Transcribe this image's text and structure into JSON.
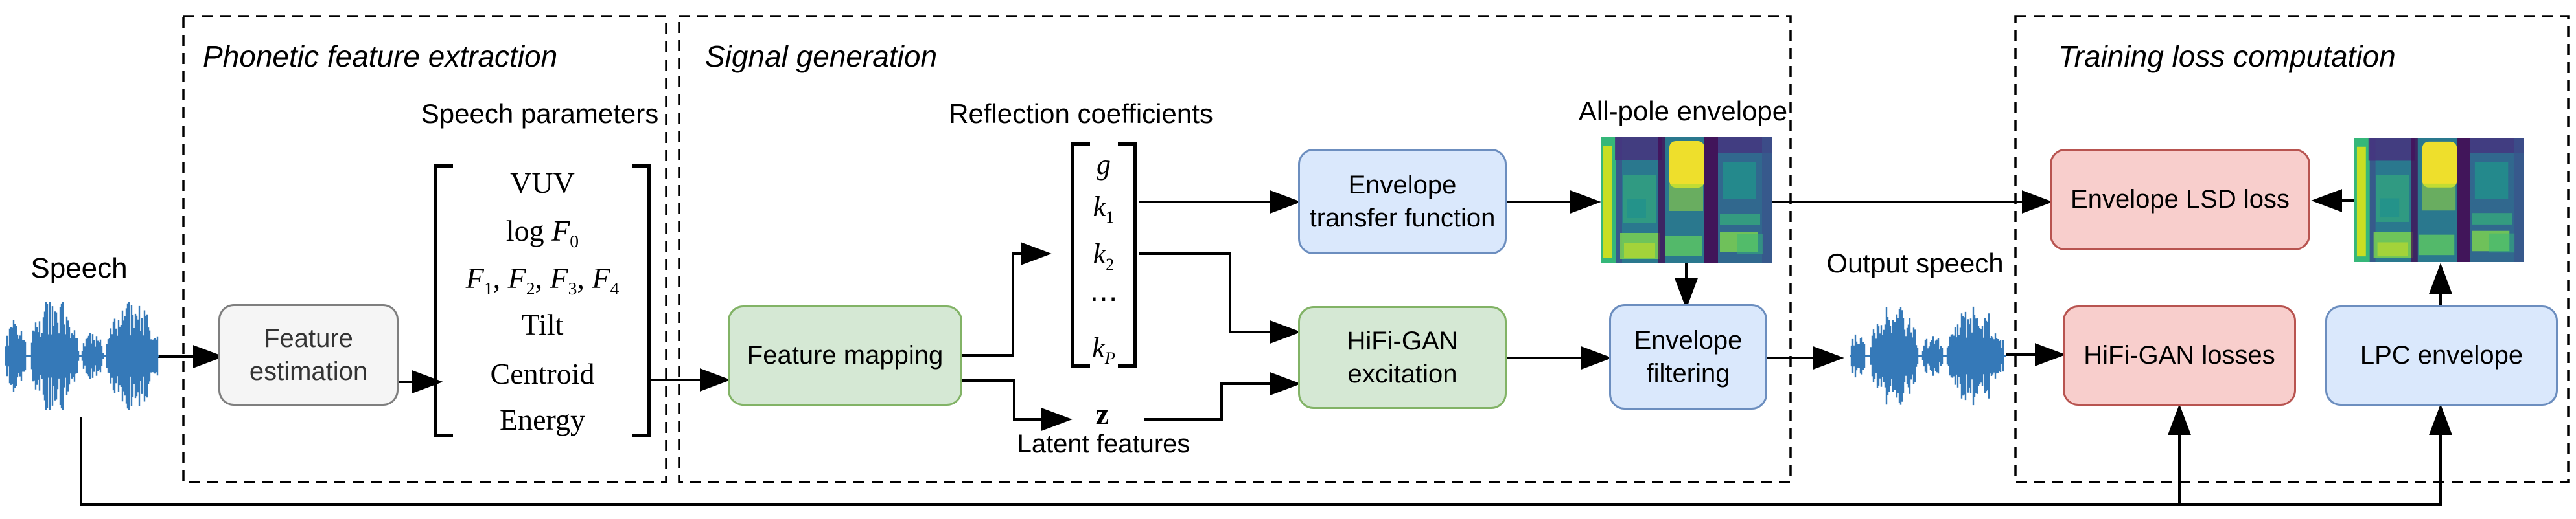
{
  "sections": {
    "phonetic_feature_extraction": {
      "title": "Phonetic feature extraction"
    },
    "signal_generation": {
      "title": "Signal generation"
    },
    "training_loss_computation": {
      "title": "Training loss computation"
    }
  },
  "labels": {
    "speech": "Speech",
    "speech_parameters": "Speech parameters",
    "reflection_coefficients": "Reflection coefficients",
    "latent_symbol": "z",
    "latent_features": "Latent features",
    "all_pole_envelope": "All-pole envelope",
    "output_speech": "Output speech"
  },
  "nodes": {
    "feature_estimation": "Feature estimation",
    "feature_mapping": "Feature mapping",
    "envelope_transfer_function": "Envelope transfer function",
    "hifi_gan_excitation": "HiFi-GAN excitation",
    "envelope_filtering": "Envelope filtering",
    "envelope_lsd_loss": "Envelope LSD loss",
    "hifi_gan_losses": "HiFi-GAN losses",
    "lpc_envelope": "LPC envelope"
  },
  "matrices": {
    "speech_parameters_rows": [
      "VUV",
      "log <i>F</i><sub>0</sub>",
      "<i>F</i><sub>1</sub>, <i>F</i><sub>2</sub>, <i>F</i><sub>3</sub>, <i>F</i><sub>4</sub>",
      "Tilt",
      "Centroid",
      "Energy"
    ],
    "reflection_rows": [
      "<i>g</i>",
      "<i>k</i><sub>1</sub>",
      "<i>k</i><sub>2</sub>",
      "⋯",
      "<i>k</i><sub><i>P</i></sub>"
    ]
  },
  "colors": {
    "green_fill": "#d5e8d4",
    "green_border": "#82b366",
    "blue_fill": "#dae8fc",
    "blue_border": "#6c8ebf",
    "red_fill": "#f8cecc",
    "red_border": "#b85450",
    "gray_fill": "#f5f5f5",
    "gray_border": "#7f7f7f",
    "waveform_blue": "#3579b8",
    "connector_black": "#000000"
  }
}
